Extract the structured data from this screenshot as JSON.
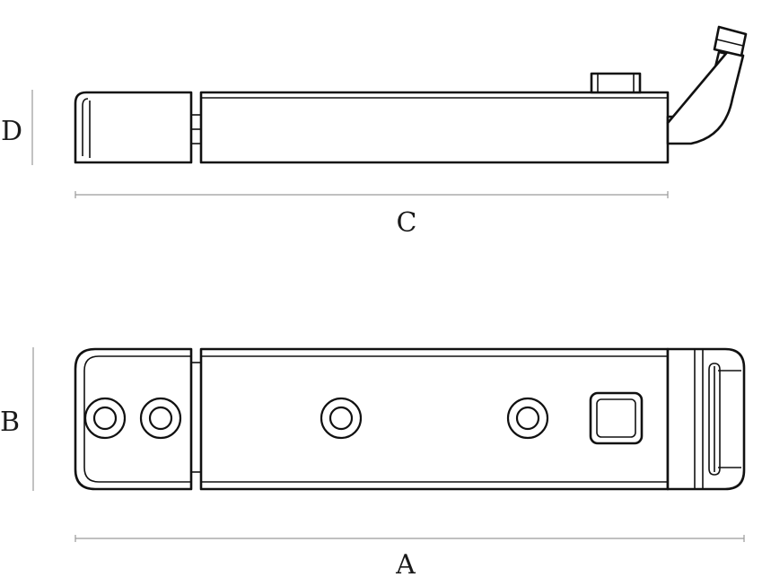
{
  "dimensions": {
    "a": "A",
    "b": "B",
    "c": "C",
    "d": "D"
  }
}
